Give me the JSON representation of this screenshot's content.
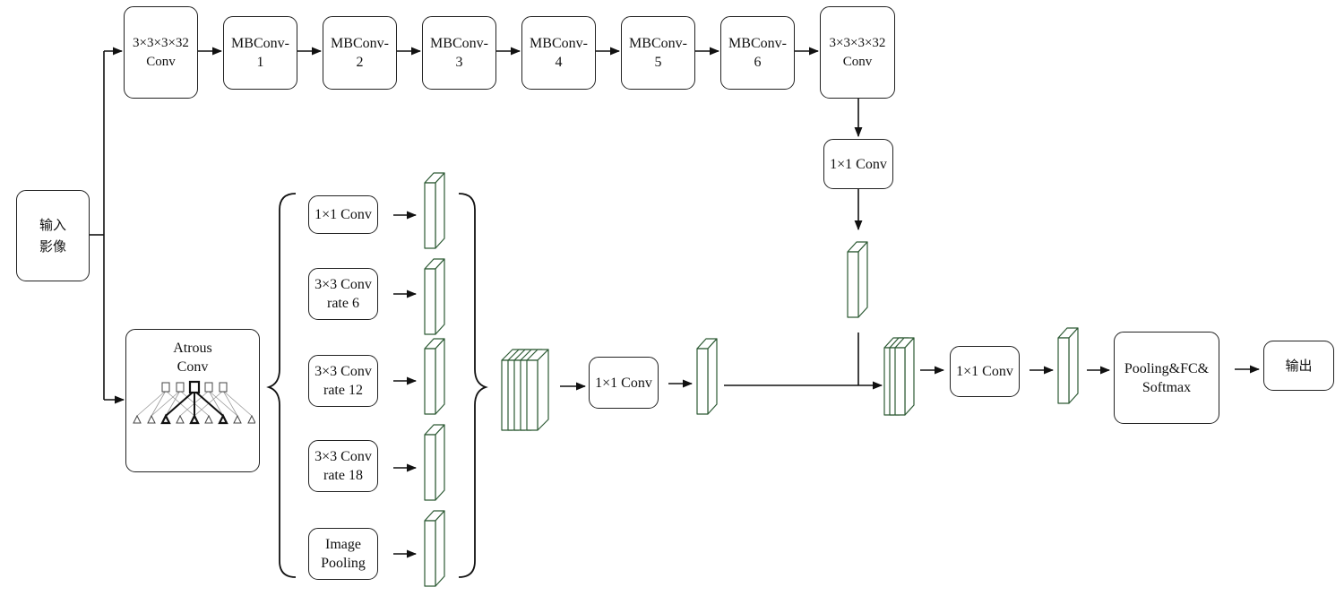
{
  "input": {
    "line1": "输入",
    "line2": "影像"
  },
  "backbone": {
    "conv_in": {
      "line1": "3×3×3×32",
      "line2": "Conv"
    },
    "mbconv": [
      {
        "line1": "MBConv-",
        "line2": "1"
      },
      {
        "line1": "MBConv-",
        "line2": "2"
      },
      {
        "line1": "MBConv-",
        "line2": "3"
      },
      {
        "line1": "MBConv-",
        "line2": "4"
      },
      {
        "line1": "MBConv-",
        "line2": "5"
      },
      {
        "line1": "MBConv-",
        "line2": "6"
      }
    ],
    "conv_out": {
      "line1": "3×3×3×32",
      "line2": "Conv"
    },
    "side_conv": "1×1 Conv"
  },
  "atrous": {
    "line1": "Atrous",
    "line2": "Conv"
  },
  "aspp": [
    {
      "line1": "1×1 Conv",
      "line2": ""
    },
    {
      "line1": "3×3 Conv",
      "line2": "rate 6"
    },
    {
      "line1": "3×3 Conv",
      "line2": "rate 12"
    },
    {
      "line1": "3×3 Conv",
      "line2": "rate 18"
    },
    {
      "line1": "Image",
      "line2": "Pooling"
    }
  ],
  "fuse_conv": "1×1 Conv",
  "final_conv": "1×1 Conv",
  "head": {
    "line1": "Pooling&FC&",
    "line2": "Softmax"
  },
  "output": "输出"
}
